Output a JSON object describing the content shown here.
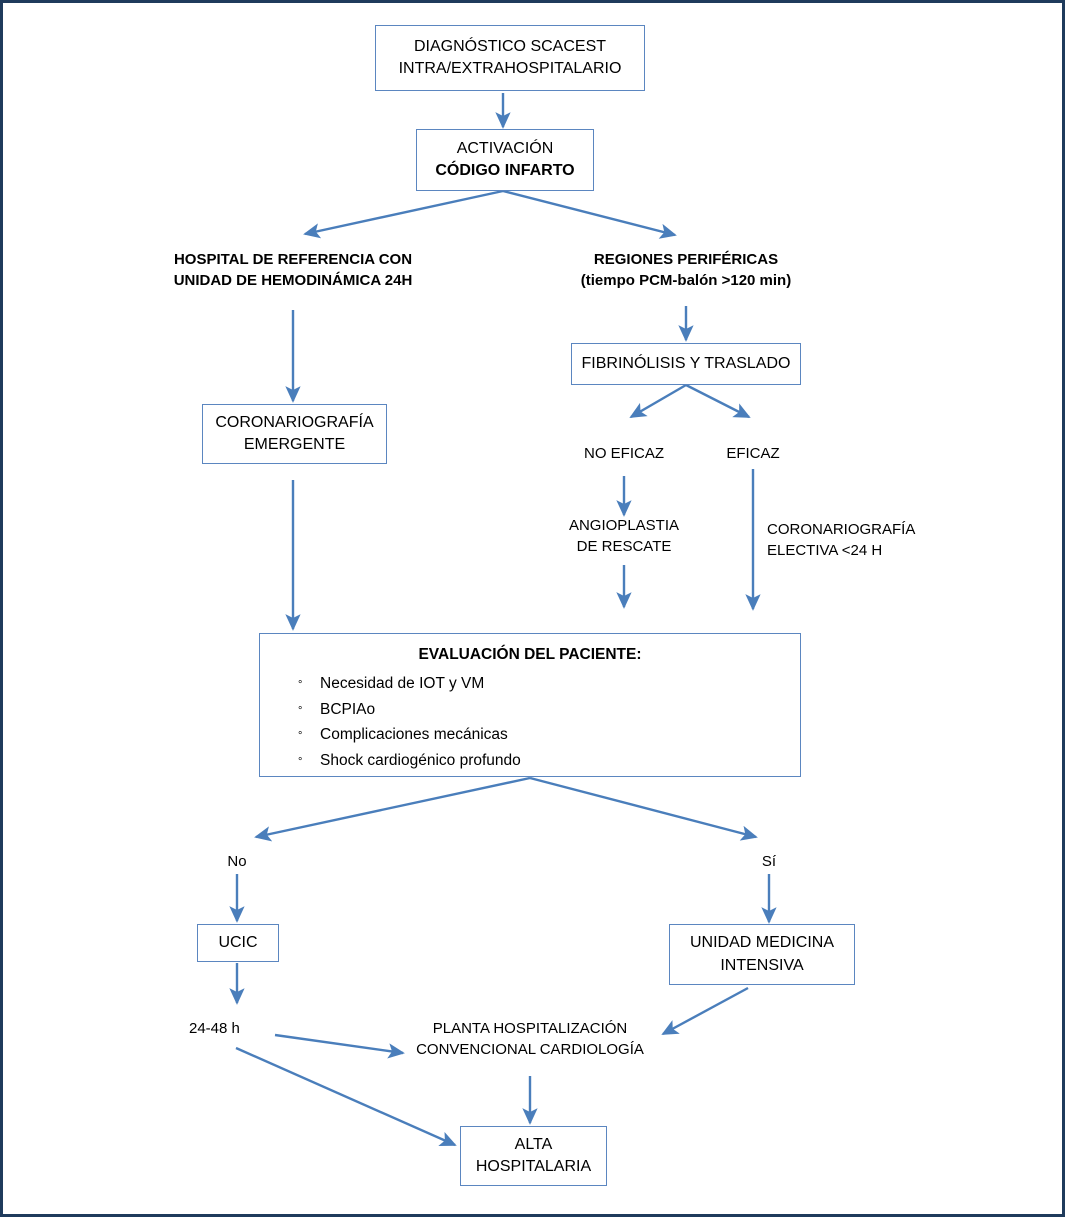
{
  "diagram": {
    "title_text": "DIAGNÓSTICO SCACEST INTRA/EXTRAHOSPITALARIO",
    "accent_color": "#4a7ebb",
    "box_border_color": "#5b86c0",
    "page_border_color": "#1f3b5c"
  },
  "nodes": {
    "diagnostico": {
      "line1": "DIAGNÓSTICO SCACEST",
      "line2": "INTRA/EXTRAHOSPITALARIO"
    },
    "activacion": {
      "line1": "ACTIVACIÓN",
      "line2": "CÓDIGO INFARTO"
    },
    "hospital_referencia": {
      "line1": "HOSPITAL DE REFERENCIA CON",
      "line2": "UNIDAD DE HEMODINÁMICA 24H"
    },
    "regiones_perifericas": {
      "line1": "REGIONES PERIFÉRICAS",
      "line2": "(tiempo PCM-balón >120 min)"
    },
    "fibrinolisis": {
      "line1": "FIBRINÓLISIS  Y TRASLADO"
    },
    "coronariografia_emergente": {
      "line1": "CORONARIOGRAFÍA",
      "line2": "EMERGENTE"
    },
    "no_eficaz": {
      "line1": "NO EFICAZ"
    },
    "eficaz": {
      "line1": "EFICAZ"
    },
    "angioplastia_rescate": {
      "line1": "ANGIOPLASTIA",
      "line2": "DE RESCATE"
    },
    "coronariografia_electiva": {
      "line1": "CORONARIOGRAFÍA",
      "line2": "ELECTIVA <24 H"
    },
    "evaluacion": {
      "title": "EVALUACIÓN DEL PACIENTE:",
      "bullet_glyph": "°",
      "items": [
        "Necesidad de IOT y VM",
        "BCPIAo",
        "Complicaciones mecánicas",
        "Shock cardiogénico profundo"
      ]
    },
    "branch_no": {
      "line1": "No"
    },
    "branch_si": {
      "line1": "Sí"
    },
    "ucic": {
      "line1": "UCIC"
    },
    "unidad_medicina_intensiva": {
      "line1": "UNIDAD MEDICINA",
      "line2": "INTENSIVA"
    },
    "tiempo_24_48": {
      "line1": "24-48 h"
    },
    "planta_hospitalizacion": {
      "line1": "PLANTA HOSPITALIZACIÓN",
      "line2": "CONVENCIONAL CARDIOLOGÍA"
    },
    "alta_hospitalaria": {
      "line1": "ALTA",
      "line2": "HOSPITALARIA"
    }
  }
}
